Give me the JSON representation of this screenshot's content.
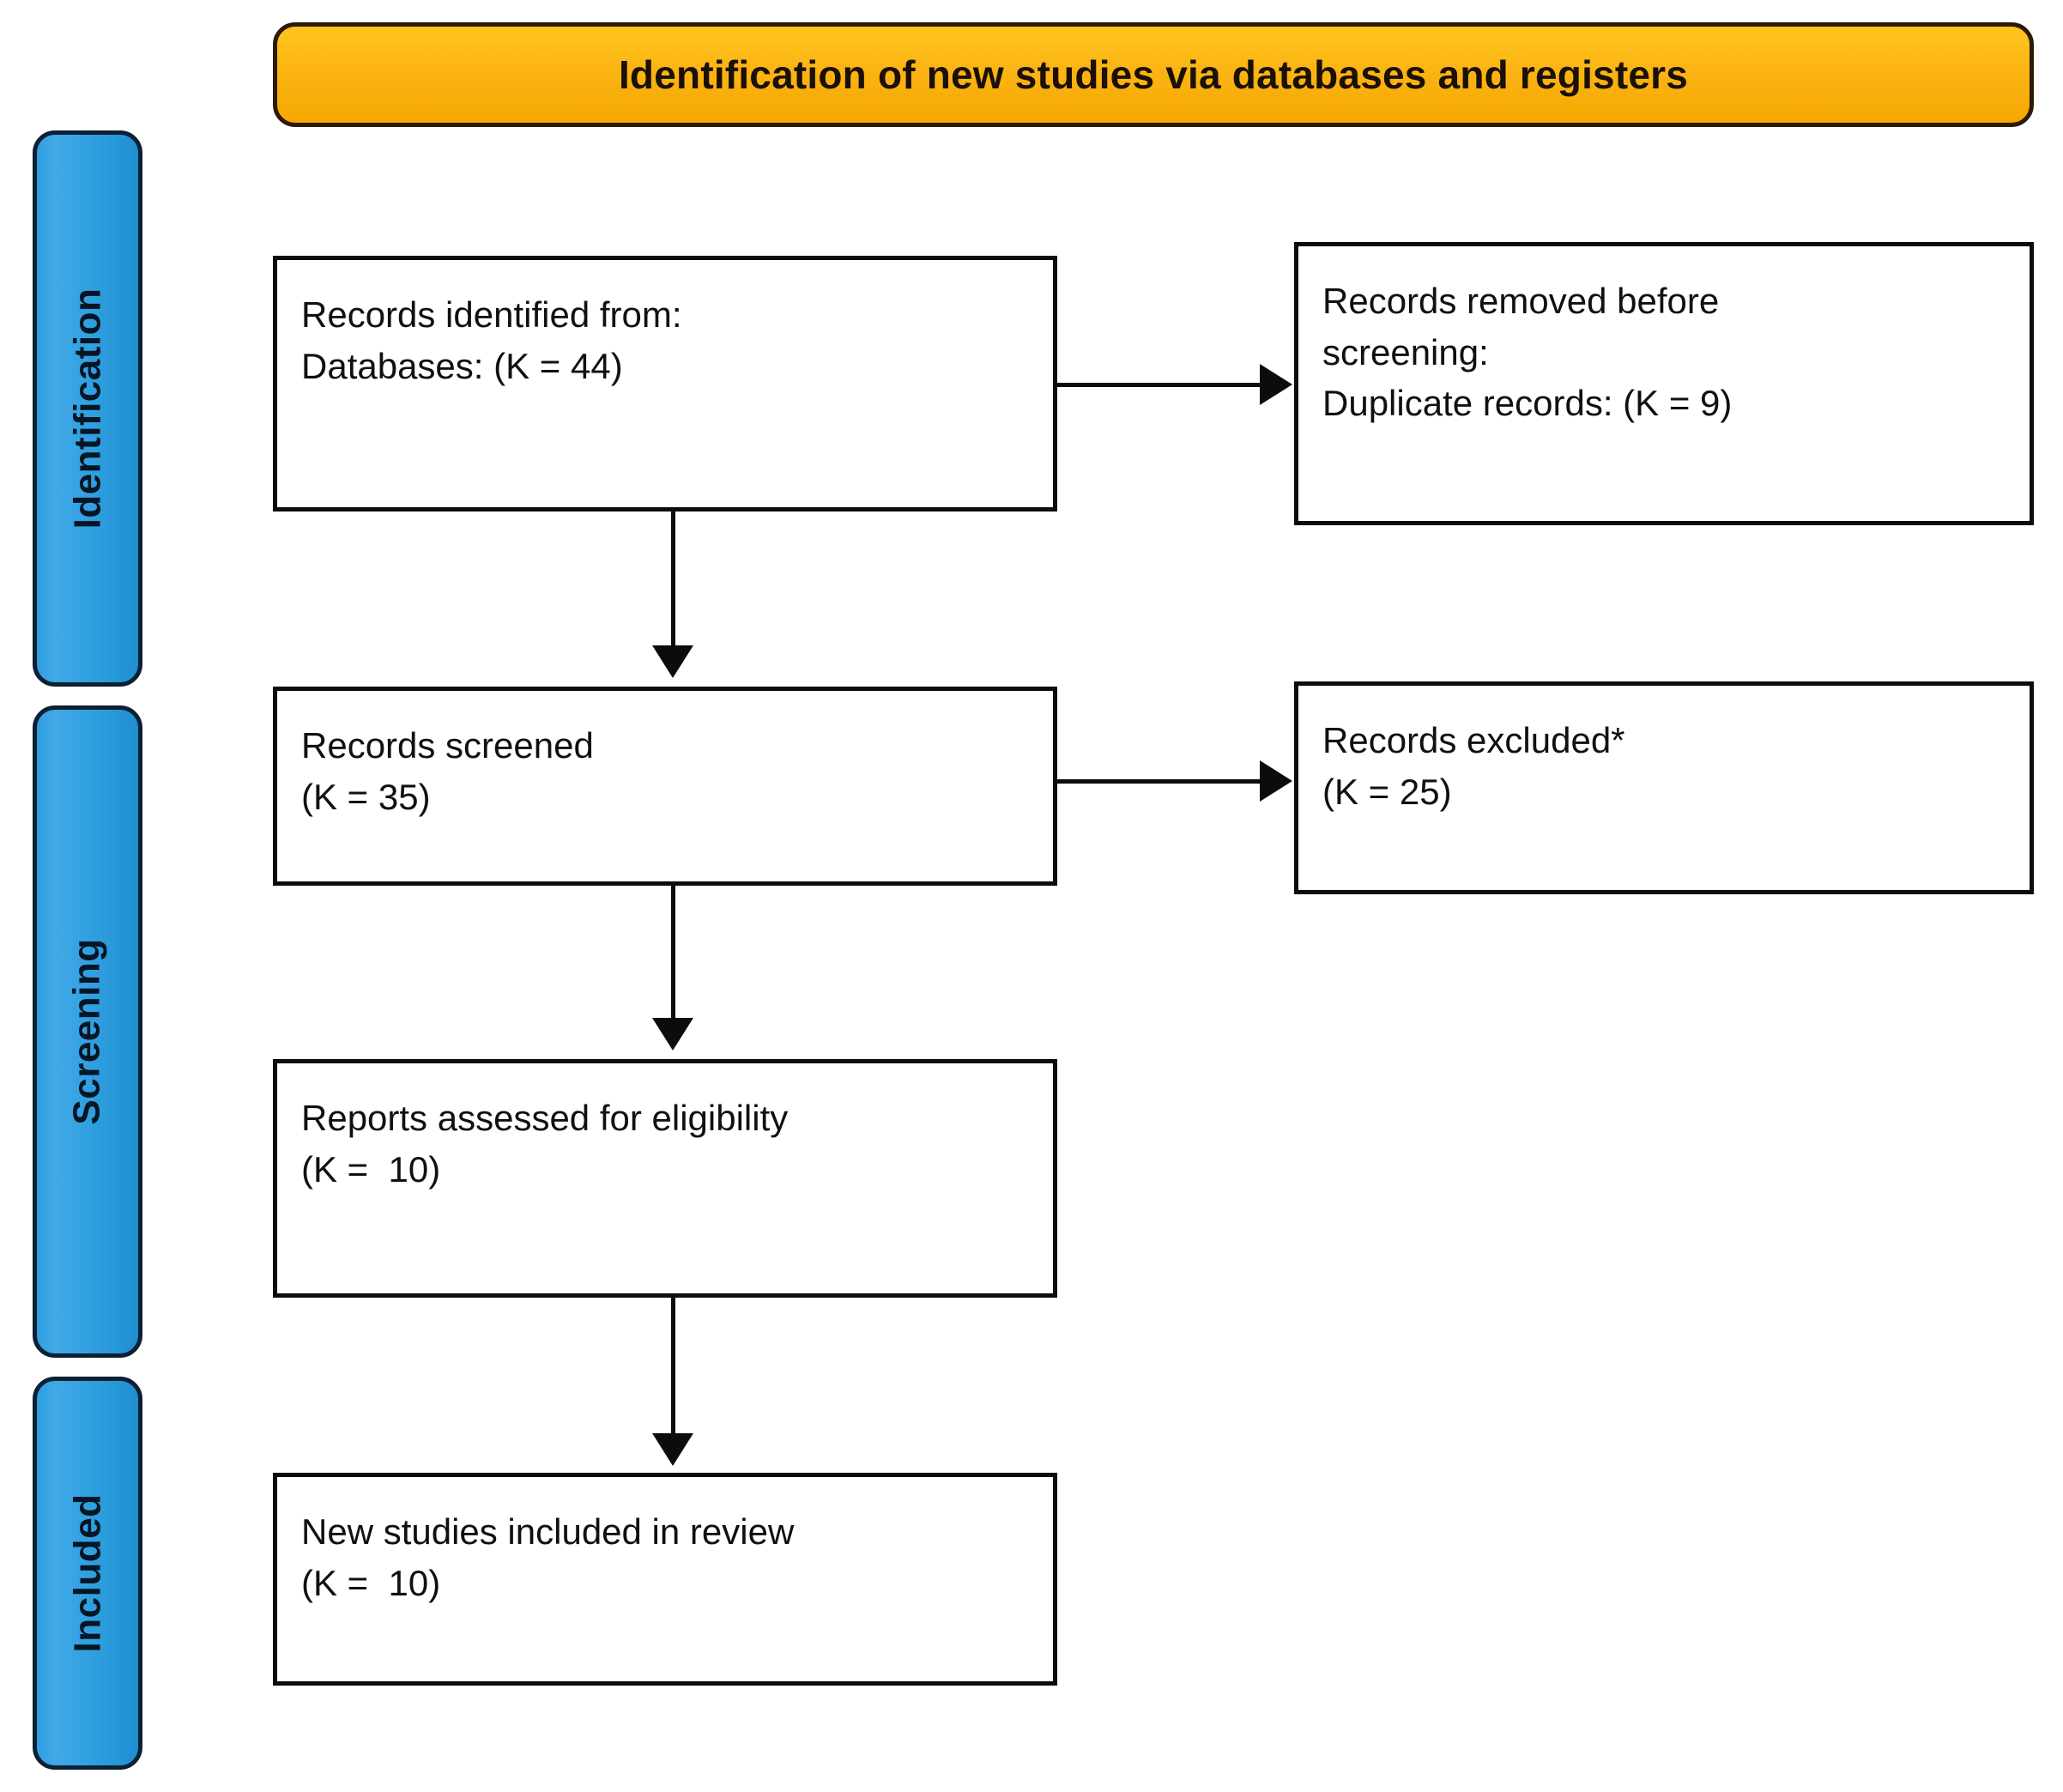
{
  "header": {
    "title": "Identification of new studies via databases and registers",
    "background_color": "#FBB414",
    "border_color": "#2B1A05",
    "text_color": "#1A1008"
  },
  "stages": {
    "accent_color": "#2F9FE0",
    "border_color": "#0D2033",
    "items": [
      {
        "id": "identification",
        "label": "Identification"
      },
      {
        "id": "screening",
        "label": "Screening"
      },
      {
        "id": "included",
        "label": "Included"
      }
    ]
  },
  "flow": {
    "box_border_color": "#0C0C0C",
    "box_background": "#FFFFFF",
    "boxes": [
      {
        "id": "records-identified",
        "column": "left",
        "lines": [
          "Records identified from:",
          "Databases: (K = 44)"
        ]
      },
      {
        "id": "records-removed",
        "column": "right",
        "lines": [
          "Records removed before",
          "screening:",
          "Duplicate records: (K = 9)"
        ]
      },
      {
        "id": "records-screened",
        "column": "left",
        "lines": [
          "Records screened",
          "(K = 35)"
        ]
      },
      {
        "id": "records-excluded",
        "column": "right",
        "lines": [
          "Records excluded*",
          "(K = 25)"
        ]
      },
      {
        "id": "reports-assessed",
        "column": "left",
        "lines": [
          "Reports assessed for eligibility",
          "(K =  10)"
        ]
      },
      {
        "id": "new-studies-included",
        "column": "left",
        "lines": [
          "New studies included in review",
          "(K =  10)"
        ]
      }
    ],
    "connectors": [
      {
        "id": "identified-to-removed",
        "direction": "horizontal"
      },
      {
        "id": "identified-to-screened",
        "direction": "vertical"
      },
      {
        "id": "screened-to-excluded",
        "direction": "horizontal"
      },
      {
        "id": "screened-to-assessed",
        "direction": "vertical"
      },
      {
        "id": "assessed-to-included",
        "direction": "vertical"
      }
    ]
  },
  "counts": {
    "databases_identified": 44,
    "duplicates_removed": 9,
    "records_screened": 35,
    "records_excluded": 25,
    "reports_assessed": 10,
    "new_studies_included": 10
  }
}
